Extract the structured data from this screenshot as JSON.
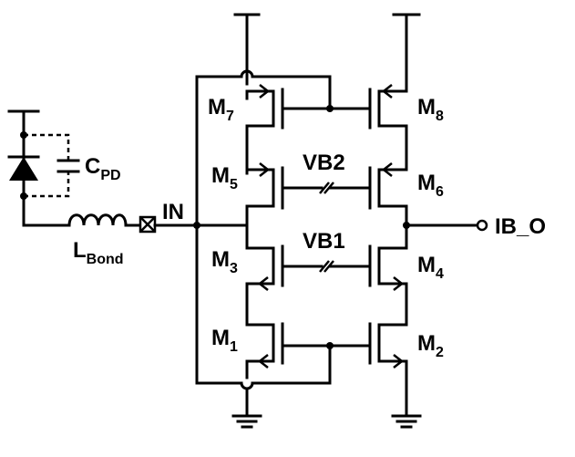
{
  "labels": {
    "m7": {
      "main": "M",
      "sub": "7"
    },
    "m8": {
      "main": "M",
      "sub": "8"
    },
    "m5": {
      "main": "M",
      "sub": "5"
    },
    "m6": {
      "main": "M",
      "sub": "6"
    },
    "m3": {
      "main": "M",
      "sub": "3"
    },
    "m4": {
      "main": "M",
      "sub": "4"
    },
    "m1": {
      "main": "M",
      "sub": "1"
    },
    "m2": {
      "main": "M",
      "sub": "2"
    },
    "vb2": "VB2",
    "vb1": "VB1",
    "in": "IN",
    "out": "IB_O",
    "cpd": {
      "main": "C",
      "sub": "PD"
    },
    "lbond": {
      "main": "L",
      "sub": "Bond"
    }
  }
}
